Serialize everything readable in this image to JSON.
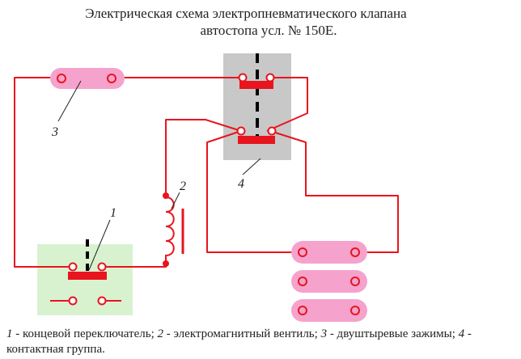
{
  "title": {
    "line1": "Электрическая схема электропневматического клапана",
    "line2": "автостопа усл. № 150Е."
  },
  "labels": {
    "limit_switch": "1",
    "solenoid_valve": "2",
    "terminals": "3",
    "contact_group": "4"
  },
  "caption": {
    "n1": "1",
    "t1": " - концевой переключатель; ",
    "n2": "2",
    "t2": " - электромагнитный вентиль; ",
    "n3": "3",
    "t3": " - двуштыревые зажимы; ",
    "n4": "4",
    "t4": " - контактная группа."
  },
  "colors": {
    "wire": "#e8141e",
    "terminal_fill": "#f5a3cc",
    "contact_block_bg": "#c8c8c8",
    "switch_block_bg": "#d8f2d0",
    "contact_bar": "#e8141e"
  }
}
